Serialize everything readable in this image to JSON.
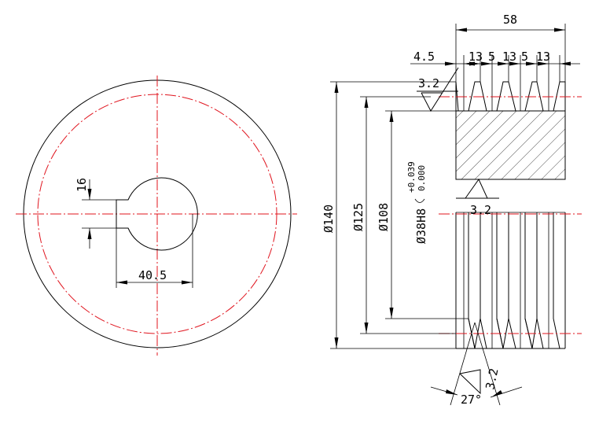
{
  "colors": {
    "line": "#000000",
    "centerline": "#e0141e",
    "background": "#ffffff"
  },
  "front_view": {
    "keyway_width": "16",
    "hub_to_keyway": "40.5"
  },
  "side_view": {
    "overall_width": "58",
    "groove_edge": "4.5",
    "groove_pitch": "13",
    "groove_gap": "5",
    "outer_diameter": "Ø140",
    "pitch_diameter": "Ø125",
    "root_diameter": "Ø108",
    "bore": "Ø38H8",
    "bore_tol_upper": "+0.039",
    "bore_tol_lower": "0.000",
    "roughness_top": "3.2",
    "roughness_bore": "3.2",
    "roughness_groove": "3.2",
    "groove_angle": "27°"
  }
}
